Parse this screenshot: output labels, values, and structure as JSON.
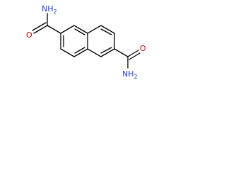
{
  "molecule": {
    "atoms": [
      {
        "id": "n1",
        "element": "N",
        "label_main": "NH",
        "label_sub": "2",
        "color": "#1a3fd1"
      },
      {
        "id": "o1",
        "element": "O",
        "label_main": "O",
        "label_sub": "",
        "color": "#cc0000"
      },
      {
        "id": "n2",
        "element": "N",
        "label_main": "NH",
        "label_sub": "2",
        "color": "#1a3fd1"
      },
      {
        "id": "o2",
        "element": "O",
        "label_main": "O",
        "label_sub": "",
        "color": "#cc0000"
      }
    ],
    "bond_color": "#000000",
    "background": "#ffffff"
  }
}
